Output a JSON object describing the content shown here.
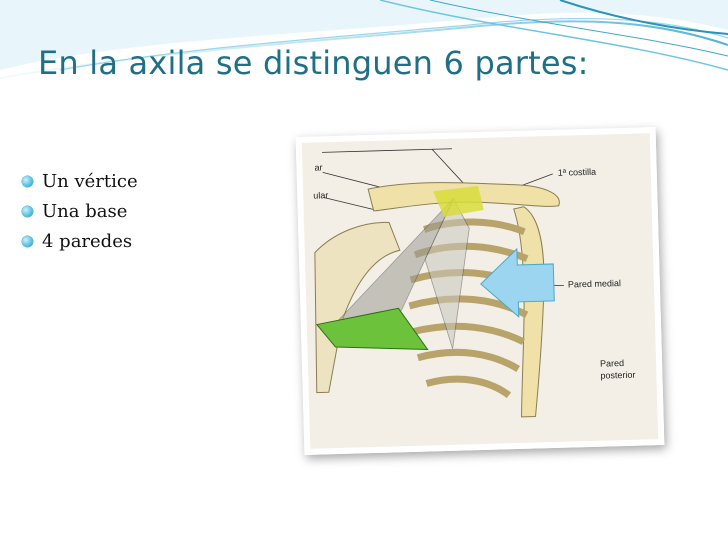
{
  "slide": {
    "title": "En la axila se distinguen 6 partes:",
    "bullets": [
      "Un vértice",
      "Una base",
      "4 paredes"
    ]
  },
  "figure": {
    "labels": {
      "costilla": "1ª costilla",
      "pared_medial": "Pared medial",
      "pared_posterior_1": "Pared",
      "pared_posterior_2": "posterior",
      "partial_1": "ar",
      "partial_2": "ular"
    }
  },
  "colors": {
    "title": "#1f6f86",
    "accent": "#5fc3e4",
    "bone": "#efe1a8",
    "apex_highlight": "#d8dc3a",
    "base_green": "#6cc23a",
    "arrow_blue": "#9bd5ef"
  }
}
